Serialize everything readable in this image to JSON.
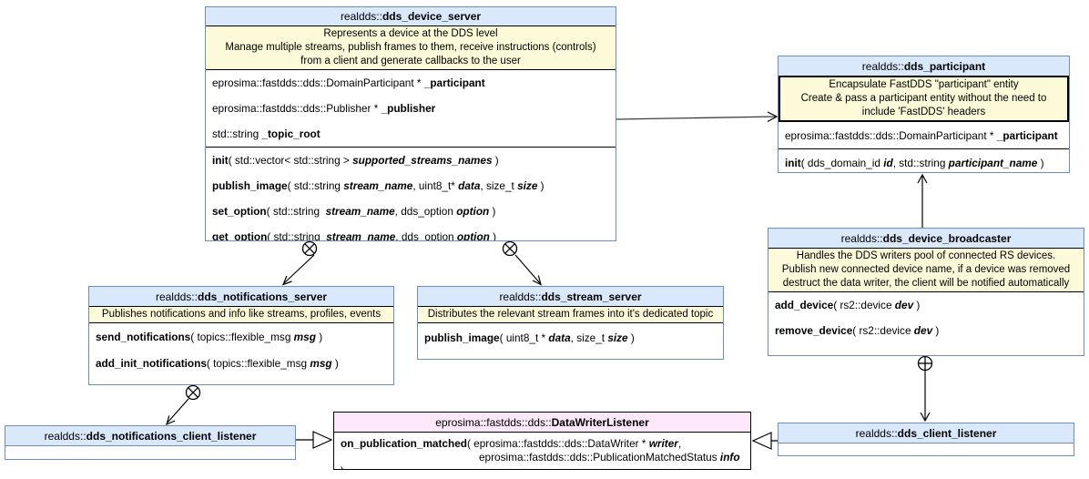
{
  "diagram": {
    "palette": {
      "class_header_fill": "#dae8fc",
      "class_border": "#6c8ebf",
      "note_fill": "#fcfad8",
      "external_header_fill": "#fce7fb",
      "external_border": "#000000",
      "line_color": "#000000",
      "gray_line_color": "#5e5e5e"
    },
    "classes": [
      {
        "id": "dds_device_server",
        "title": [
          {
            "t": "realdds::"
          },
          {
            "t": "dds_device_server",
            "b": true
          }
        ],
        "header_color": "#dae8fc",
        "border_color": "#6c8ebf",
        "sections": [
          {
            "kind": "note",
            "lines": [
              "Represents a device at the DDS level",
              "Manage multiple streams, publish frames to them, receive instructions (controls)",
              "from a client and generate callbacks to the user"
            ]
          },
          {
            "kind": "rows",
            "name": "attributes",
            "rows": [
              [
                {
                  "t": "eprosima::fastdds::dds::DomainParticipant * "
                },
                {
                  "t": "_participant",
                  "b": true
                }
              ],
              [
                {
                  "t": "eprosima::fastdds::dds::Publisher * "
                },
                {
                  "t": "_publisher",
                  "b": true
                }
              ],
              [
                {
                  "t": "std::string "
                },
                {
                  "t": "_topic_root",
                  "b": true
                }
              ]
            ]
          },
          {
            "kind": "rows",
            "name": "methods",
            "divider": true,
            "rows": [
              [
                {
                  "t": "init",
                  "b": true
                },
                {
                  "t": "( std::vector< std::string > "
                },
                {
                  "t": "supported_streams_names",
                  "b": true,
                  "i": true
                },
                {
                  "t": " )"
                }
              ],
              [
                {
                  "t": "publish_image",
                  "b": true
                },
                {
                  "t": "( std::string "
                },
                {
                  "t": "stream_name",
                  "b": true,
                  "i": true
                },
                {
                  "t": ", uint8_t* "
                },
                {
                  "t": "data",
                  "b": true,
                  "i": true
                },
                {
                  "t": ", size_t "
                },
                {
                  "t": "size",
                  "b": true,
                  "i": true
                },
                {
                  "t": " )"
                }
              ],
              [
                {
                  "t": "set_option",
                  "b": true
                },
                {
                  "t": "( std::string  "
                },
                {
                  "t": "stream_name",
                  "b": true,
                  "i": true
                },
                {
                  "t": ", dds_option "
                },
                {
                  "t": "option",
                  "b": true,
                  "i": true
                },
                {
                  "t": " )"
                }
              ],
              [
                {
                  "t": "get_option",
                  "b": true
                },
                {
                  "t": "( std::string  "
                },
                {
                  "t": "stream_name",
                  "b": true,
                  "i": true
                },
                {
                  "t": ", dds_option "
                },
                {
                  "t": "option",
                  "b": true,
                  "i": true
                },
                {
                  "t": " )"
                }
              ]
            ]
          }
        ]
      },
      {
        "id": "dds_participant",
        "title": [
          {
            "t": "realdds::"
          },
          {
            "t": "dds_participant",
            "b": true
          }
        ],
        "header_color": "#dae8fc",
        "border_color": "#6c8ebf",
        "sections": [
          {
            "kind": "note",
            "thick": true,
            "lines": [
              "Encapsulate FastDDS \"participant\" entity",
              "Create & pass a participant entity without the need to",
              "include 'FastDDS' headers"
            ]
          },
          {
            "kind": "rows",
            "name": "attributes",
            "rows": [
              [
                {
                  "t": "eprosima::fastdds::dds::DomainParticipant * "
                },
                {
                  "t": "_participant",
                  "b": true
                }
              ]
            ]
          },
          {
            "kind": "rows",
            "name": "methods",
            "divider": true,
            "rows": [
              [
                {
                  "t": "init",
                  "b": true
                },
                {
                  "t": "( dds_domain_id "
                },
                {
                  "t": "id",
                  "b": true,
                  "i": true
                },
                {
                  "t": ", std::string "
                },
                {
                  "t": "participant_name",
                  "b": true,
                  "i": true
                },
                {
                  "t": " )"
                }
              ]
            ]
          }
        ]
      },
      {
        "id": "dds_device_broadcaster",
        "title": [
          {
            "t": "realdds::"
          },
          {
            "t": "dds_device_broadcaster",
            "b": true
          }
        ],
        "header_color": "#dae8fc",
        "border_color": "#6c8ebf",
        "sections": [
          {
            "kind": "note",
            "lines": [
              "Handles the DDS writers pool of connected RS devices.",
              "Publish new connected device name, if a device was removed",
              "destruct the data writer, the client will be notified automatically"
            ]
          },
          {
            "kind": "rows",
            "name": "methods",
            "rows": [
              [
                {
                  "t": "add_device",
                  "b": true
                },
                {
                  "t": "( rs2::device "
                },
                {
                  "t": "dev",
                  "b": true,
                  "i": true
                },
                {
                  "t": " )"
                }
              ],
              [
                {
                  "t": "remove_device",
                  "b": true
                },
                {
                  "t": "( rs2::device "
                },
                {
                  "t": "dev",
                  "b": true,
                  "i": true
                },
                {
                  "t": " )"
                }
              ]
            ]
          }
        ]
      },
      {
        "id": "dds_notifications_server",
        "title": [
          {
            "t": "realdds::"
          },
          {
            "t": "dds_notifications_server",
            "b": true
          }
        ],
        "header_color": "#dae8fc",
        "border_color": "#6c8ebf",
        "sections": [
          {
            "kind": "note",
            "lines": [
              "Publishes notifications and info like streams, profiles, events"
            ]
          },
          {
            "kind": "rows",
            "name": "methods",
            "rows": [
              [
                {
                  "t": "send_notifications",
                  "b": true
                },
                {
                  "t": "( topics::flexible_msg "
                },
                {
                  "t": "msg",
                  "b": true,
                  "i": true
                },
                {
                  "t": " )"
                }
              ],
              [
                {
                  "t": "add_init_notifications",
                  "b": true
                },
                {
                  "t": "( topics::flexible_msg "
                },
                {
                  "t": "msg",
                  "b": true,
                  "i": true
                },
                {
                  "t": " )"
                }
              ]
            ]
          }
        ]
      },
      {
        "id": "dds_stream_server",
        "title": [
          {
            "t": "realdds::"
          },
          {
            "t": "dds_stream_server",
            "b": true
          }
        ],
        "header_color": "#dae8fc",
        "border_color": "#6c8ebf",
        "sections": [
          {
            "kind": "note",
            "lines": [
              "Distributes the relevant stream frames into it's dedicated topic"
            ]
          },
          {
            "kind": "rows",
            "name": "methods",
            "rows": [
              [
                {
                  "t": "publish_image",
                  "b": true
                },
                {
                  "t": "( uint8_t * "
                },
                {
                  "t": "data",
                  "b": true,
                  "i": true
                },
                {
                  "t": ", size_t "
                },
                {
                  "t": "size",
                  "b": true,
                  "i": true
                },
                {
                  "t": " )"
                }
              ]
            ]
          }
        ]
      },
      {
        "id": "dds_notifications_client_listener",
        "title": [
          {
            "t": "realdds::"
          },
          {
            "t": "dds_notifications_client_listener",
            "b": true
          }
        ],
        "header_color": "#dae8fc",
        "border_color": "#6c8ebf",
        "title_divider": true,
        "sections": [
          {
            "kind": "empty"
          }
        ]
      },
      {
        "id": "DataWriterListener",
        "title": [
          {
            "t": "eprosima::fastdds::dds::"
          },
          {
            "t": "DataWriterListener",
            "b": true
          }
        ],
        "header_color": "#fce7fb",
        "border_color": "#000000",
        "title_divider": true,
        "sections": [
          {
            "kind": "rows",
            "name": "methods",
            "compact": true,
            "rows": [
              [
                {
                  "t": "on_publication_matched",
                  "b": true
                },
                {
                  "t": "( eprosima::fastdds::dds::DataWriter * "
                },
                {
                  "t": "writer",
                  "b": true,
                  "i": true
                },
                {
                  "t": ","
                },
                {
                  "br": true
                },
                {
                  "pad": 152
                },
                {
                  "t": "eprosima::fastdds::dds::PublicationMatchedStatus "
                },
                {
                  "t": "info",
                  "b": true,
                  "i": true
                },
                {
                  "t": " )"
                }
              ]
            ]
          }
        ]
      },
      {
        "id": "dds_client_listener",
        "title": [
          {
            "t": "realdds::"
          },
          {
            "t": "dds_client_listener",
            "b": true
          }
        ],
        "header_color": "#dae8fc",
        "border_color": "#6c8ebf",
        "title_divider": true,
        "sections": [
          {
            "kind": "empty"
          }
        ]
      }
    ],
    "relationships": [
      {
        "from": "dds_device_server",
        "to": "dds_participant",
        "type": "association-arrow"
      },
      {
        "from": "dds_device_server",
        "to": "dds_notifications_server",
        "type": "containment-circle-cross"
      },
      {
        "from": "dds_device_server",
        "to": "dds_stream_server",
        "type": "containment-circle-cross"
      },
      {
        "from": "dds_notifications_server",
        "to": "dds_notifications_client_listener",
        "type": "containment-circle-cross"
      },
      {
        "from": "dds_device_broadcaster",
        "to": "dds_participant",
        "type": "association-arrow"
      },
      {
        "from": "dds_device_broadcaster",
        "to": "dds_client_listener",
        "type": "containment-circle-plus"
      },
      {
        "from": "dds_notifications_client_listener",
        "to": "DataWriterListener",
        "type": "inheritance"
      },
      {
        "from": "dds_client_listener",
        "to": "DataWriterListener",
        "type": "inheritance"
      }
    ]
  }
}
